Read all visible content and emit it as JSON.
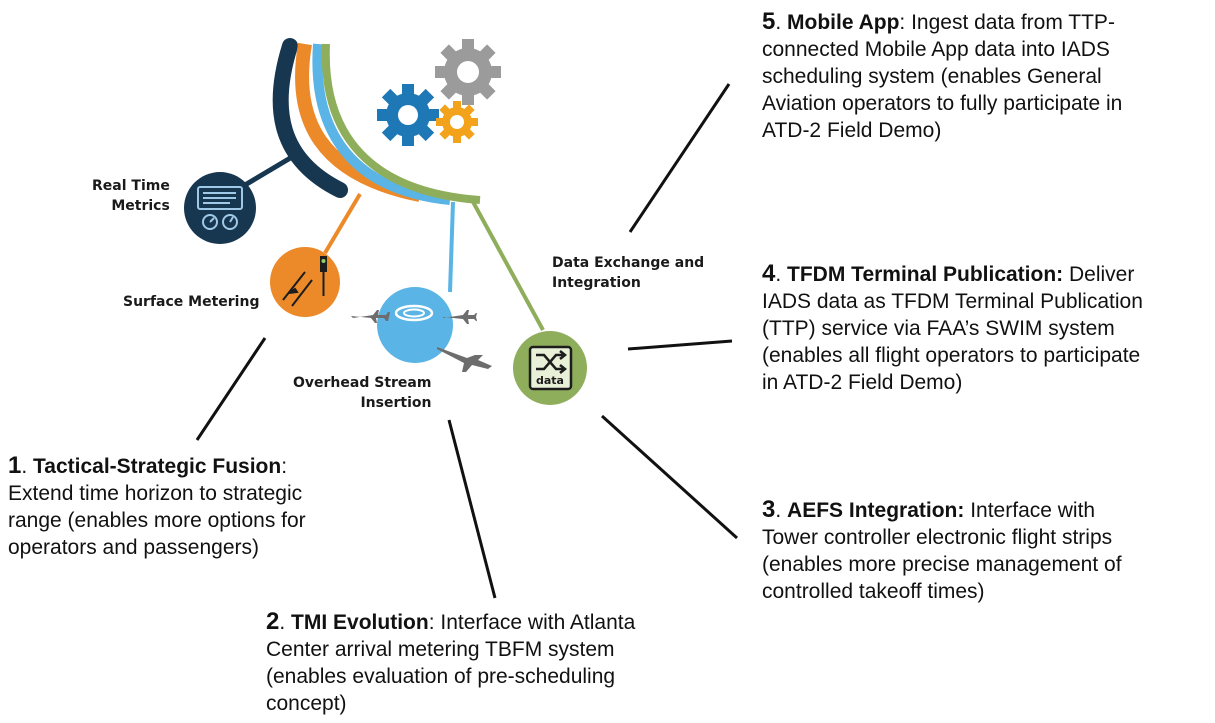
{
  "nodes": {
    "real_time_metrics": "Real Time\nMetrics",
    "surface_metering": "Surface Metering",
    "overhead_stream_insertion": "Overhead Stream\nInsertion",
    "data_exchange": "Data Exchange and\nIntegration",
    "data_icon_text": "data"
  },
  "callouts": {
    "c1": {
      "num": "1",
      "sep": ". ",
      "title": "Tactical-Strategic Fusion",
      "body": ":\nExtend time horizon to strategic\nrange (enables more options for\noperators and passengers)"
    },
    "c2": {
      "num": "2",
      "sep": ". ",
      "title": "TMI Evolution",
      "body": ": Interface with Atlanta\nCenter arrival metering TBFM system\n(enables evaluation of pre-scheduling\nconcept)"
    },
    "c3": {
      "num": "3",
      "sep": ". ",
      "title": "AEFS Integration:",
      "body": " Interface with\nTower controller electronic flight strips\n(enables more precise management of\ncontrolled takeoff times)"
    },
    "c4": {
      "num": "4",
      "sep": ". ",
      "title": "TFDM Terminal Publication:",
      "body": " Deliver\nIADS data as TFDM Terminal Publication\n(TTP) service via FAA’s SWIM system\n(enables all flight operators to participate\nin ATD-2 Field Demo)"
    },
    "c5": {
      "num": "5",
      "sep": ". ",
      "title": "Mobile App",
      "body": ": Ingest data from TTP-\nconnected Mobile App data into IADS\nscheduling system (enables General\nAviation operators to fully participate in\nATD-2 Field Demo)"
    }
  },
  "colors": {
    "navy": "#17364f",
    "orange": "#ec8a2a",
    "light_blue": "#5ab4e5",
    "green": "#8fae5c",
    "gear_gray": "#9b9b9b",
    "gear_blue": "#1d78b5",
    "gear_orange": "#f2a31b",
    "connector": "#111111"
  },
  "icons": [
    "gear-icon",
    "dashboard-icon",
    "traffic-light-icon",
    "airplane-icon",
    "shuffle-icon"
  ]
}
